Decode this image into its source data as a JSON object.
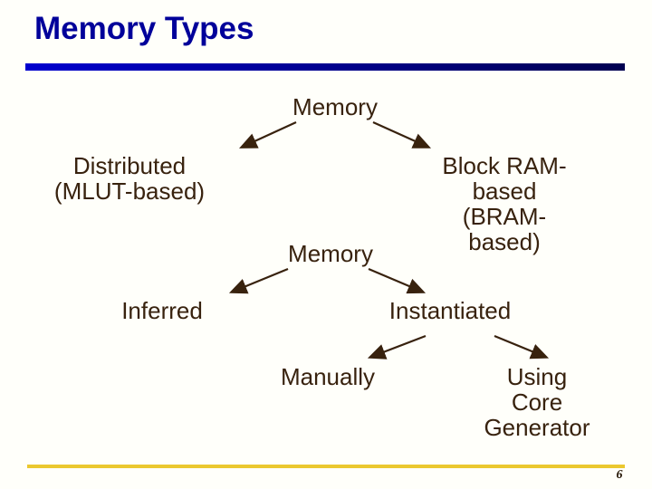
{
  "slide": {
    "title": "Memory Types",
    "page_number": "6"
  },
  "tree1": {
    "root": "Memory",
    "left_child": "Distributed\n(MLUT-based)",
    "right_child": "Block RAM-based\n(BRAM-based)"
  },
  "tree2": {
    "root": "Memory",
    "left_child": "Inferred",
    "right_child": "Instantiated",
    "grandchild_left": "Manually",
    "grandchild_right": "Using Core Generator"
  },
  "colors": {
    "title_text": "#00009a",
    "body_text": "#38220e",
    "title_bar_left": "#0000ce",
    "title_bar_right": "#000050",
    "footer_line": "#ebc82f"
  }
}
